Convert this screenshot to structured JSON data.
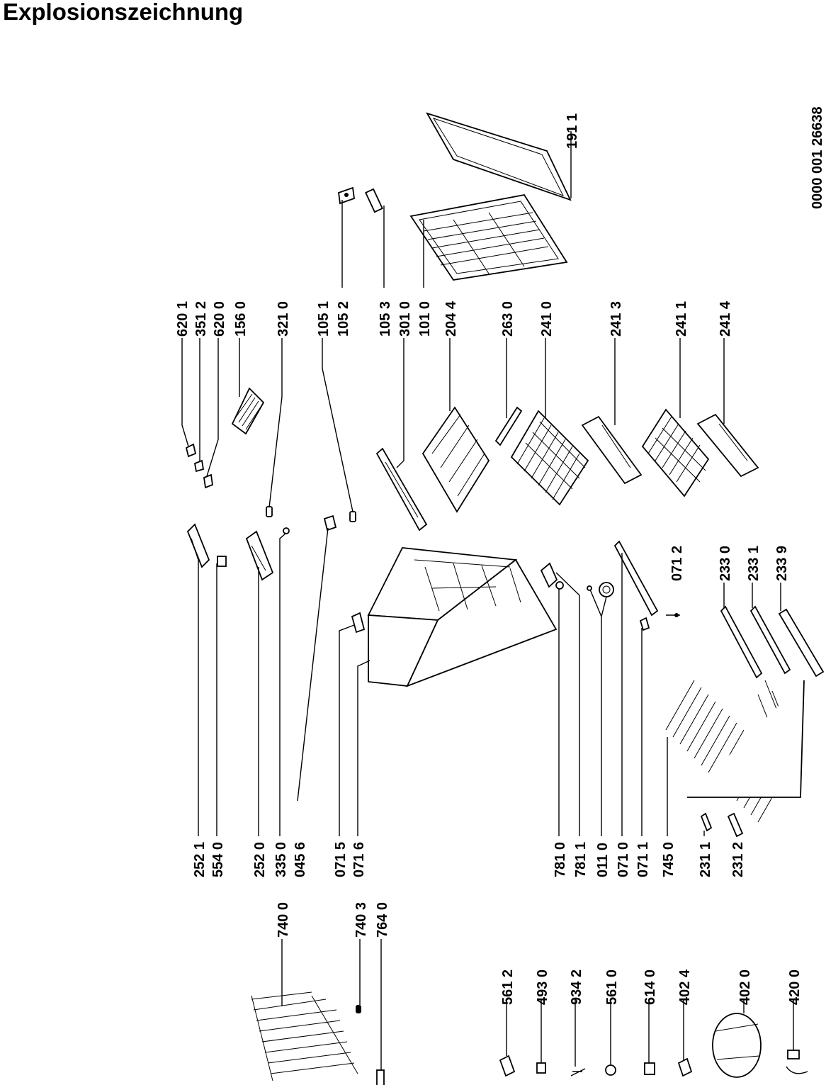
{
  "title": "Explosionszeichnung",
  "drawing_number": "0000 001 26638",
  "labels": [
    {
      "id": "p6201",
      "text": "620 1"
    },
    {
      "id": "p3512",
      "text": "351 2"
    },
    {
      "id": "p6200",
      "text": "620 0"
    },
    {
      "id": "p1560",
      "text": "156 0"
    },
    {
      "id": "p3210",
      "text": "321 0"
    },
    {
      "id": "p1051",
      "text": "105 1"
    },
    {
      "id": "p1052",
      "text": "105 2"
    },
    {
      "id": "p1053",
      "text": "105 3"
    },
    {
      "id": "p3010",
      "text": "301 0"
    },
    {
      "id": "p1010",
      "text": "101 0"
    },
    {
      "id": "p2044",
      "text": "204 4"
    },
    {
      "id": "p2630",
      "text": "263 0"
    },
    {
      "id": "p2410",
      "text": "241 0"
    },
    {
      "id": "p2413",
      "text": "241 3"
    },
    {
      "id": "p2411",
      "text": "241 1"
    },
    {
      "id": "p2414",
      "text": "241 4"
    },
    {
      "id": "p1911",
      "text": "191 1"
    },
    {
      "id": "p0712",
      "text": "071 2"
    },
    {
      "id": "p2330",
      "text": "233 0"
    },
    {
      "id": "p2331",
      "text": "233 1"
    },
    {
      "id": "p2339",
      "text": "233 9"
    },
    {
      "id": "p2521",
      "text": "252 1"
    },
    {
      "id": "p5540",
      "text": "554 0"
    },
    {
      "id": "p2520",
      "text": "252 0"
    },
    {
      "id": "p3350",
      "text": "335 0"
    },
    {
      "id": "p0456",
      "text": "045 6"
    },
    {
      "id": "p0715",
      "text": "071 5"
    },
    {
      "id": "p0716",
      "text": "071 6"
    },
    {
      "id": "p7810",
      "text": "781 0"
    },
    {
      "id": "p7811",
      "text": "781 1"
    },
    {
      "id": "p0110",
      "text": "011 0"
    },
    {
      "id": "p0710",
      "text": "071 0"
    },
    {
      "id": "p0711",
      "text": "071 1"
    },
    {
      "id": "p7450",
      "text": "745 0"
    },
    {
      "id": "p2311",
      "text": "231 1"
    },
    {
      "id": "p2312",
      "text": "231 2"
    },
    {
      "id": "p7400",
      "text": "740 0"
    },
    {
      "id": "p7403",
      "text": "740 3"
    },
    {
      "id": "p7640",
      "text": "764 0"
    },
    {
      "id": "p5612",
      "text": "561 2"
    },
    {
      "id": "p4930",
      "text": "493 0"
    },
    {
      "id": "p9342",
      "text": "934 2"
    },
    {
      "id": "p5610",
      "text": "561 0"
    },
    {
      "id": "p6140",
      "text": "614 0"
    },
    {
      "id": "p4024",
      "text": "402 4"
    },
    {
      "id": "p4020",
      "text": "402 0"
    },
    {
      "id": "p4200",
      "text": "420 0"
    }
  ]
}
